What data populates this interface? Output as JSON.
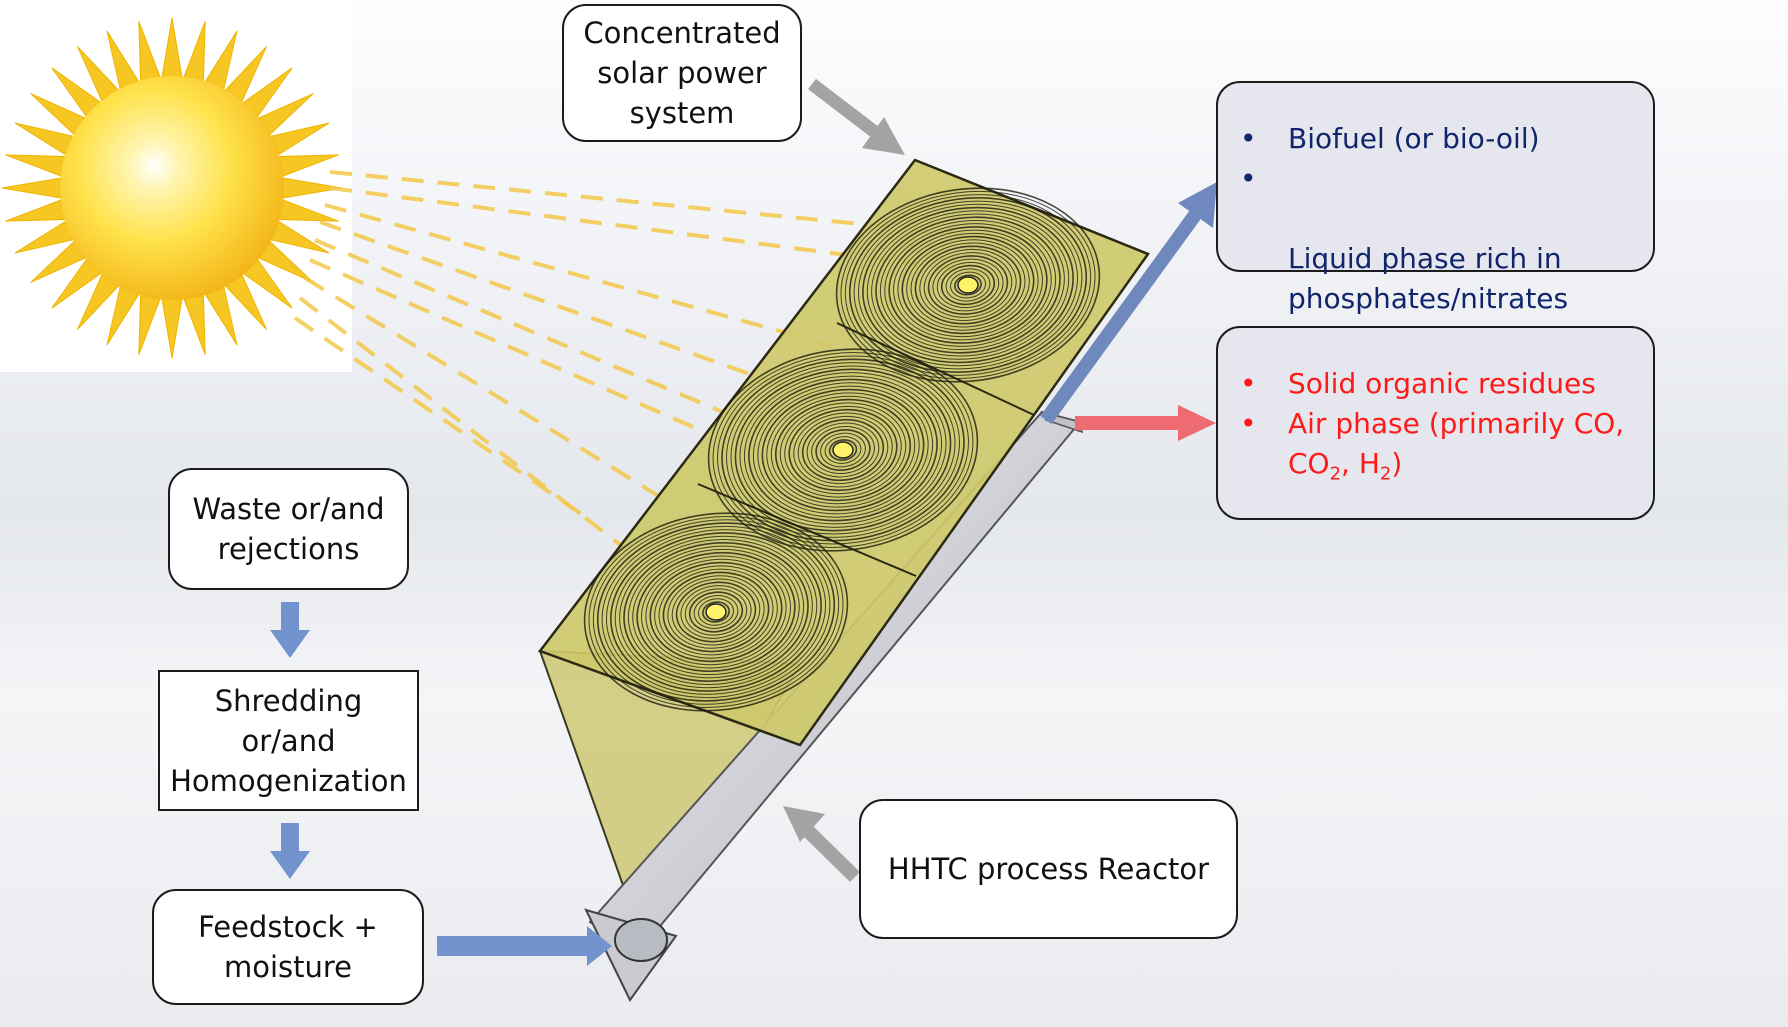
{
  "diagram": {
    "labels": {
      "csp_system": "Concentrated\nsolar power\nsystem",
      "waste": "Waste or/and\nrejections",
      "shredding": "Shredding\nor/and\nHomogenization",
      "feedstock": "Feedstock +\nmoisture",
      "reactor": "HHTC process Reactor"
    },
    "products_liquid": {
      "items": [
        "Biofuel (or bio-oil)",
        "Liquid phase rich in\nphosphates/nitrates"
      ],
      "color": "#10256b"
    },
    "products_solid_gas": {
      "item1": "Solid organic residues",
      "item2_prefix": "Air phase (primarily CO,",
      "item2_line2": {
        "co": "CO",
        "co_sub": "2",
        "sep": ", H",
        "h_sub": "2",
        "close": ")"
      },
      "color": "#ff1a1a"
    },
    "bullet_symbol": "•",
    "colors": {
      "sun_core": "#fde24a",
      "sun_ray": "#f6c623",
      "beam": "#f4c84a",
      "panel": "#cfc96c",
      "trough": "#d3cd7a",
      "tube": "#d7d9dd",
      "arrow_gray": "#a3a3a3",
      "arrow_blue": "#7393cf",
      "arrow_blue_dark": "#6f88bd",
      "arrow_red": "#ef6b72"
    }
  }
}
